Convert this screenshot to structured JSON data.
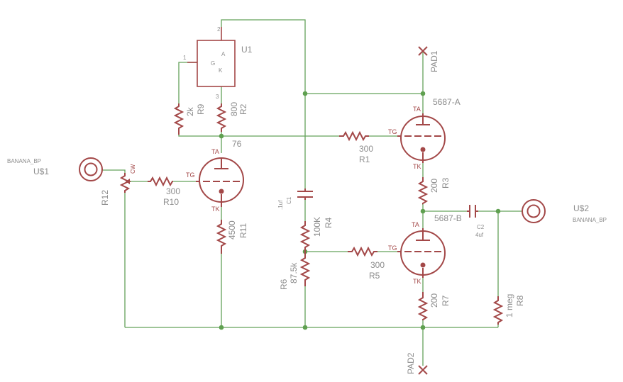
{
  "parts": {
    "r1": {
      "name": "R1",
      "value": "300"
    },
    "r2": {
      "name": "R2",
      "value": "800"
    },
    "r3": {
      "name": "R3",
      "value": "200"
    },
    "r4": {
      "name": "R4",
      "value": "100K"
    },
    "r5": {
      "name": "R5",
      "value": "300"
    },
    "r6": {
      "name": "R6",
      "value": "87.5k"
    },
    "r7": {
      "name": "R7",
      "value": "200"
    },
    "r8": {
      "name": "R8",
      "value": "1 meg"
    },
    "r9": {
      "name": "R9",
      "value": "2k"
    },
    "r10": {
      "name": "R10",
      "value": "300"
    },
    "r11": {
      "name": "R11",
      "value": "4500"
    },
    "r12": {
      "name": "R12",
      "wiper": "CW"
    },
    "c1": {
      "name": "C1",
      "value": ".1uf"
    },
    "c2": {
      "name": "C2",
      "value": "4uf"
    },
    "u1": {
      "name": "U1",
      "pin1": "1",
      "pin2": "2",
      "pin3": "3",
      "g": "G",
      "k": "K",
      "a": "A"
    },
    "tube_a": {
      "name": "5687-A"
    },
    "tube_b": {
      "name": "5687-B"
    },
    "tube_c": {
      "name": "76"
    },
    "conn1": {
      "name": "U$1",
      "type": "BANANA_BP"
    },
    "conn2": {
      "name": "U$2",
      "type": "BANANA_BP"
    },
    "pad1": {
      "name": "PAD1"
    },
    "pad2": {
      "name": "PAD2"
    },
    "pins": {
      "ta": "TA",
      "tg": "TG",
      "tk": "TK"
    }
  }
}
